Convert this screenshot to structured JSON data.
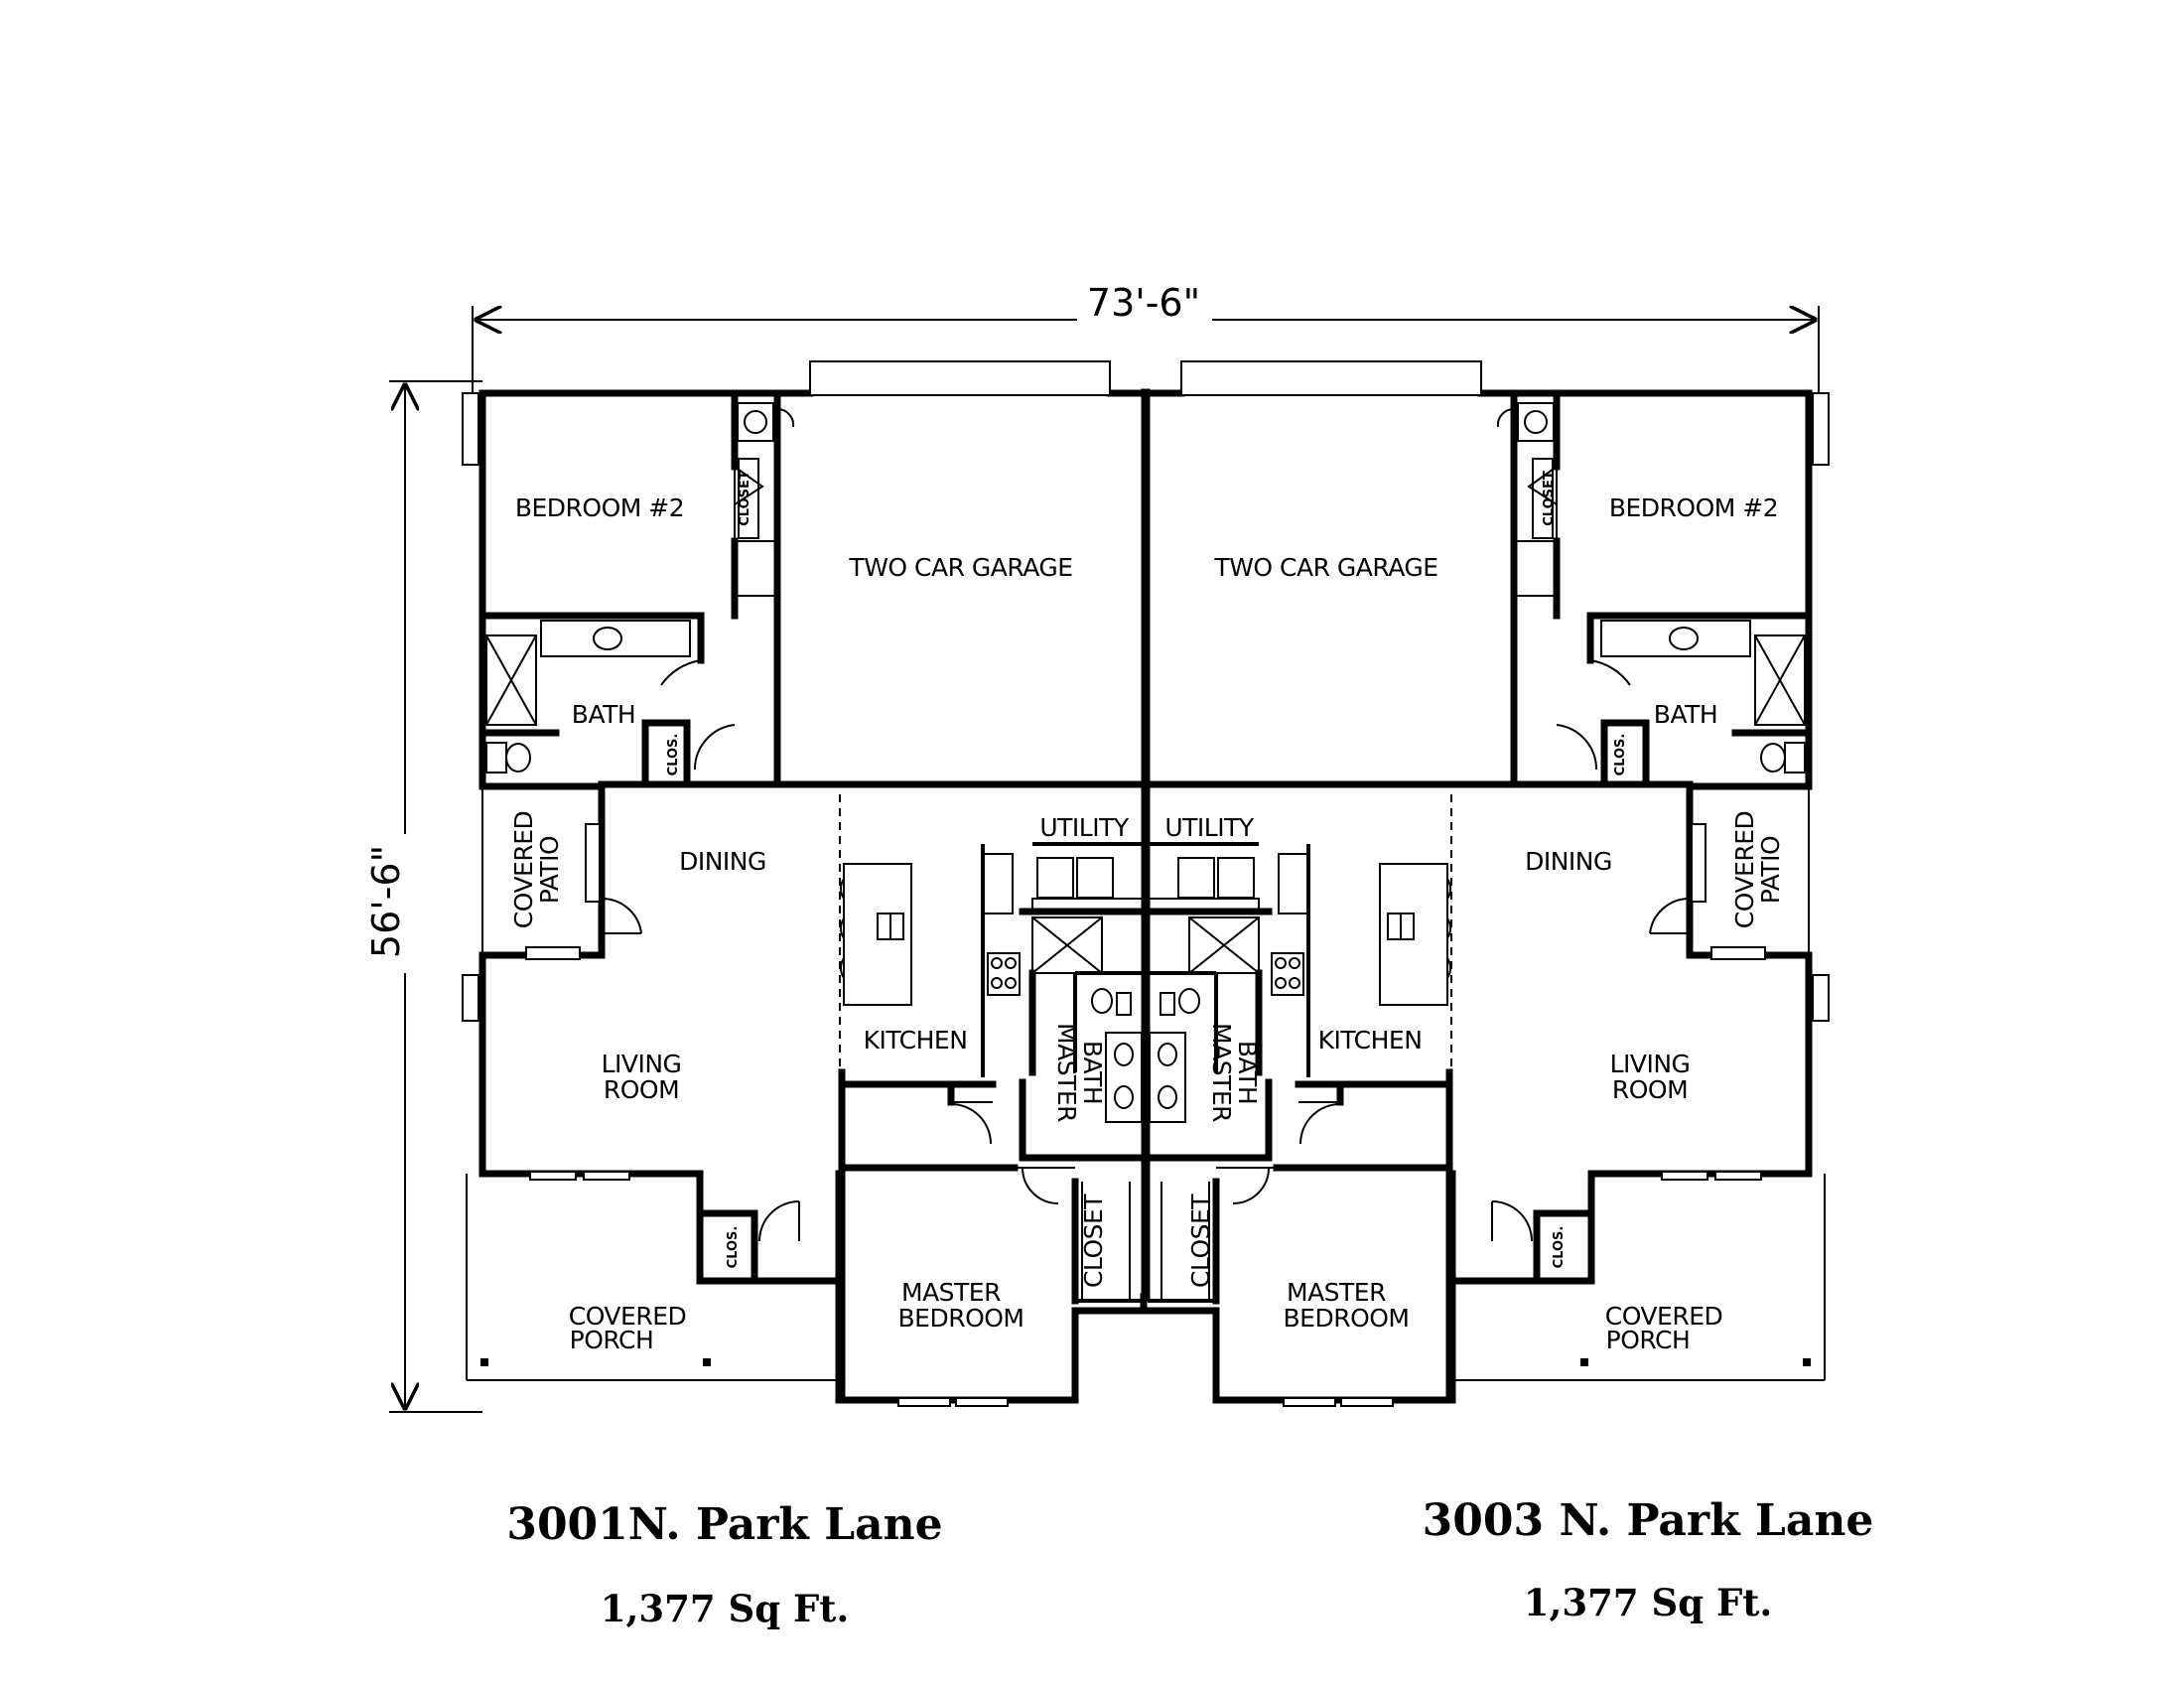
{
  "dimensions": {
    "width": "73'-6\"",
    "depth": "56'-6\""
  },
  "unit_left": {
    "address": "3001N. Park Lane",
    "area": "1,377 Sq Ft.",
    "rooms": {
      "bedroom2": "BEDROOM #2",
      "closet": "CLOSET",
      "garage": "TWO CAR GARAGE",
      "bath": "BATH",
      "clos_bath": "CLOS.",
      "covered_patio_1": "COVERED",
      "covered_patio_2": "PATIO",
      "dining": "DINING",
      "utility": "UTILITY",
      "living_1": "LIVING",
      "living_2": "ROOM",
      "kitchen": "KITCHEN",
      "master_bath_1": "MASTER",
      "master_bath_2": "BATH",
      "master_closet": "CLOSET",
      "master_bed_1": "MASTER",
      "master_bed_2": "BEDROOM",
      "clos_porch": "CLOS.",
      "covered_porch_1": "COVERED",
      "covered_porch_2": "PORCH"
    }
  },
  "unit_right": {
    "address": "3003 N. Park Lane",
    "area": "1,377 Sq Ft.",
    "rooms": {
      "bedroom2": "BEDROOM #2",
      "closet": "CLOSET",
      "garage": "TWO CAR GARAGE",
      "bath": "BATH",
      "clos_bath": "CLOS.",
      "covered_patio_1": "COVERED",
      "covered_patio_2": "PATIO",
      "dining": "DINING",
      "utility": "UTILITY",
      "living_1": "LIVING",
      "living_2": "ROOM",
      "kitchen": "KITCHEN",
      "master_bath_1": "MASTER",
      "master_bath_2": "BATH",
      "master_closet": "CLOSET",
      "master_bed_1": "MASTER",
      "master_bed_2": "BEDROOM",
      "clos_porch": "CLOS.",
      "covered_porch_1": "COVERED",
      "covered_porch_2": "PORCH"
    }
  }
}
